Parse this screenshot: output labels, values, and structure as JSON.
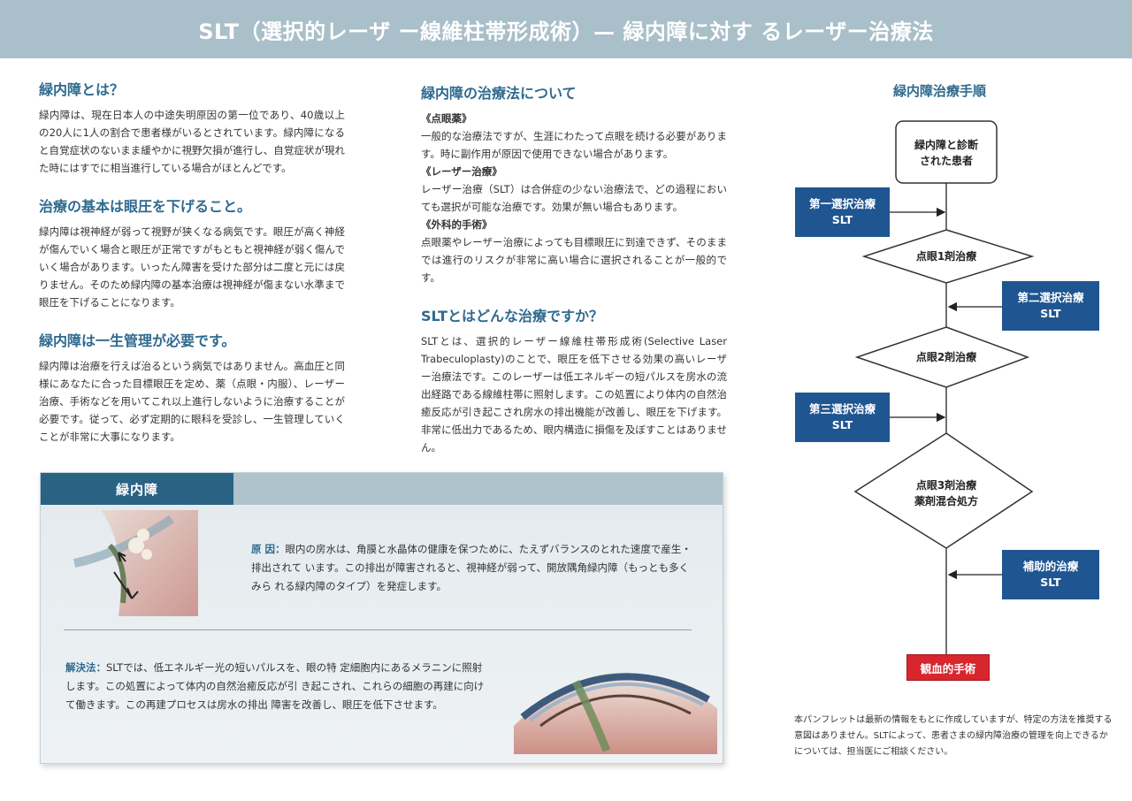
{
  "header": {
    "title": "SLT（選択的レーザ ー線維柱帯形成術）— 緑内障に対す るレーザー治療法"
  },
  "left": {
    "sections": [
      {
        "heading": "緑内障とは？",
        "body": "緑内障は、現在日本人の中途失明原因の第一位であり、40歳以上の20人に1人の割合で患者様がいるとされています。緑内障になると自覚症状のないまま緩やかに視野欠損が進行し、自覚症状が現れた時にはすでに相当進行している場合がほとんどです。"
      },
      {
        "heading": "治療の基本は眼圧を下げること。",
        "body": "緑内障は視神経が弱って視野が狭くなる病気です。眼圧が高く神経が傷んでいく場合と眼圧が正常ですがもともと視神経が弱く傷んでいく場合があります。いったん障害を受けた部分は二度と元には戻りません。そのため緑内障の基本治療は視神経が傷まない水準まで眼圧を下げることになります。"
      },
      {
        "heading": "緑内障は一生管理が必要です。",
        "body": "緑内障は治療を行えば治るという病気ではありません。高血圧と同様にあなたに合った目標眼圧を定め、薬（点眼・内服）、レーザー治療、手術などを用いてこれ以上進行しないように治療することが必要です。従って、必ず定期的に眼科を受診し、一生管理していくことが非常に大事になります。"
      }
    ]
  },
  "middle": {
    "treat_heading": "緑内障の治療法について",
    "items": [
      {
        "sub": "《点眼薬》",
        "body": "一般的な治療法ですが、生涯にわたって点眼を続ける必要があります。時に副作用が原因で使用できない場合があります。"
      },
      {
        "sub": "《レーザー治療》",
        "body": "レーザー治療（SLT）は合併症の少ない治療法で、どの過程においても選択が可能な治療です。効果が無い場合もあります。"
      },
      {
        "sub": "《外科的手術》",
        "body": "点眼薬やレーザー治療によっても目標眼圧に到達できず、そのままでは進行のリスクが非常に高い場合に選択されることが一般的です。"
      }
    ],
    "slt_heading": "SLTとはどんな治療ですか？",
    "slt_body": "SLTとは、選択的レーザー線維柱帯形成術(Selective Laser Trabeculoplasty)のことで、眼圧を低下させる効果の高いレーザー治療法です。このレーザーは低エネルギーの短パルスを房水の流出経路である線維柱帯に照射します。この処置により体内の自然治癒反応が引き起こされ房水の排出機能が改善し、眼圧を下げます。非常に低出力であるため、眼内構造に損傷を及ぼすことはありません。"
  },
  "glaucoma_box": {
    "tab": "緑内障",
    "cause_label": "原 因：",
    "cause_text": "眼内の房水は、角膜と水晶体の健康を保つために、たえずバランスのとれた速度で産生・排出されて います。この排出が障害されると、視神経が弱って、開放隅角緑内障（もっとも多くみら れる緑内障のタイプ）を発症します。",
    "solution_label": "解決法：",
    "solution_text": "SLTでは、低エネルギー光の短いパルスを、眼の特 定細胞内にあるメラニンに照射します。この処置によって体内の自然治癒反応が引 き起こされ、これらの細胞の再建に向けて働きます。この再建プロセスは房水の排出 障害を改善し、眼圧を低下させます。"
  },
  "flow": {
    "title": "緑内障治療手順",
    "start": [
      "緑内障と診断",
      "された患者"
    ],
    "first": [
      "第一選択治療",
      "SLT"
    ],
    "step1": "点眼1剤治療",
    "second": [
      "第二選択治療",
      "SLT"
    ],
    "step2": "点眼2剤治療",
    "third": [
      "第三選択治療",
      "SLT"
    ],
    "step3": [
      "点眼3剤治療",
      "薬剤混合処方"
    ],
    "aux": [
      "補助的治療",
      "SLT"
    ],
    "surgery": "観血的手術"
  },
  "footnote": "本パンフレットは最新の情報をもとに作成していますが、特定の方法を推奨する意図はありません。SLTによって、患者さまの緑内障治療の管理を向上できるかについては、担当医にご相談ください。",
  "colors": {
    "header": "#a9bfc9",
    "heading": "#2f6a8f",
    "flow_box": "#1f5590",
    "surgery": "#d8262e",
    "tab": "#2a6283"
  }
}
